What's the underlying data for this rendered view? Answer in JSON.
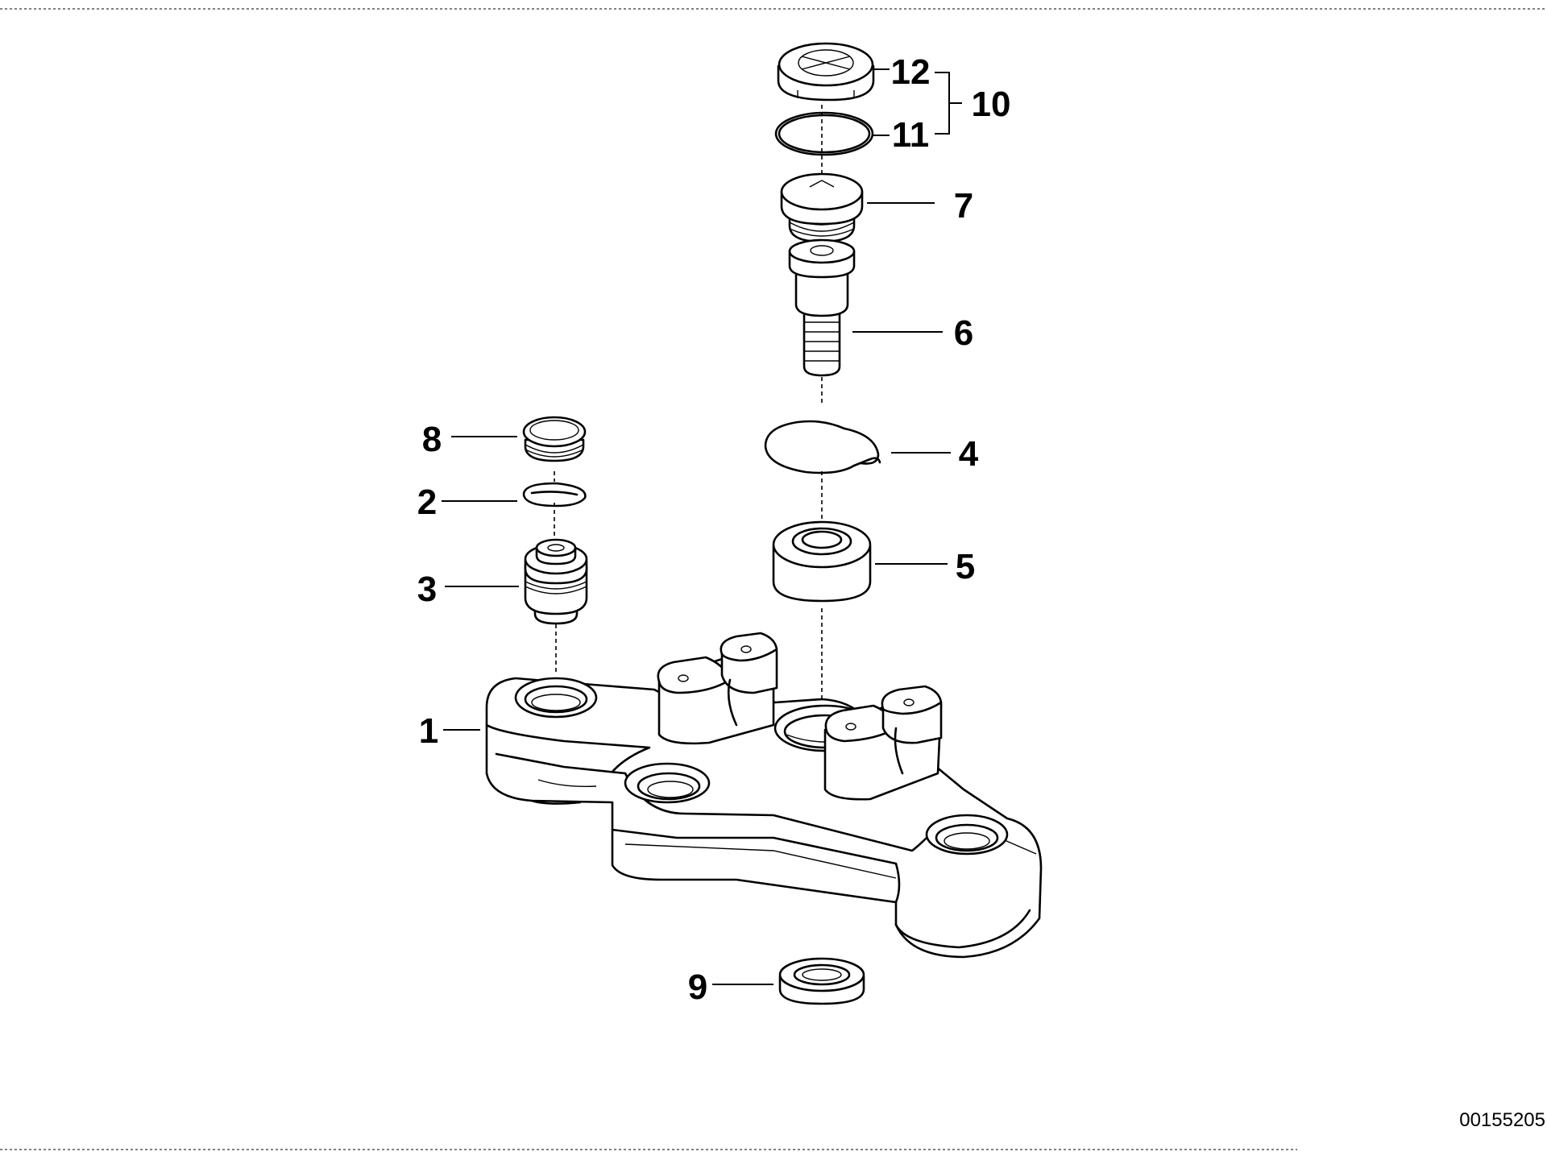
{
  "diagram": {
    "drawing_number": "00155205",
    "callouts": {
      "p1": "1",
      "p2": "2",
      "p3": "3",
      "p4": "4",
      "p5": "5",
      "p6": "6",
      "p7": "7",
      "p8": "8",
      "p9": "9",
      "p10": "10",
      "p11": "11",
      "p12": "12"
    },
    "parts": [
      {
        "id": "p1",
        "label": "1",
        "item": "fork-bridge-lower"
      },
      {
        "id": "p2",
        "label": "2",
        "item": "circlip-small"
      },
      {
        "id": "p3",
        "label": "3",
        "item": "rubber-mount"
      },
      {
        "id": "p4",
        "label": "4",
        "item": "circlip-large"
      },
      {
        "id": "p5",
        "label": "5",
        "item": "ball-bearing"
      },
      {
        "id": "p6",
        "label": "6",
        "item": "collar-screw"
      },
      {
        "id": "p7",
        "label": "7",
        "item": "screw-plug"
      },
      {
        "id": "p8",
        "label": "8",
        "item": "cap"
      },
      {
        "id": "p9",
        "label": "9",
        "item": "shaft-seal"
      },
      {
        "id": "p10",
        "label": "10",
        "item": "badge-kit"
      },
      {
        "id": "p11",
        "label": "11",
        "item": "o-ring"
      },
      {
        "id": "p12",
        "label": "12",
        "item": "badge-cover"
      }
    ]
  }
}
